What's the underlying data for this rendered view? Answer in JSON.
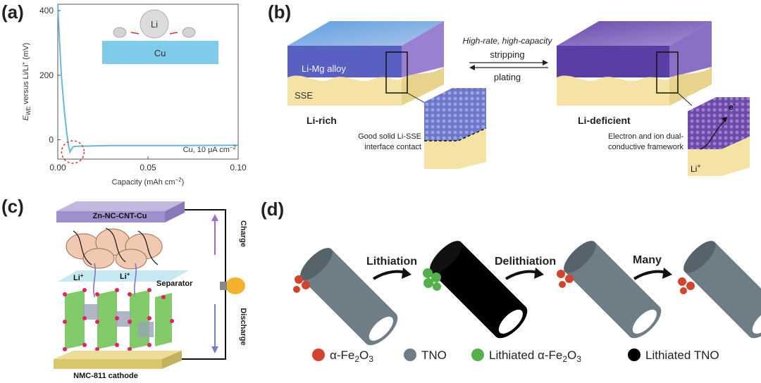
{
  "panel_a": {
    "label": "(a)",
    "chart_data": {
      "type": "line",
      "ylabel_parts": {
        "e": "E",
        "sub": "WE",
        "rest": " versus Li/Li",
        "sup": "+",
        "unit": " (mV)"
      },
      "xlabel_parts": {
        "base": "Capacity (mAh cm",
        "sup": "−2",
        "end": ")"
      },
      "x_ticks": [
        "0.00",
        "0.05",
        "0.10"
      ],
      "y_ticks": [
        "400",
        "200",
        "0"
      ],
      "xlim": [
        0,
        0.1
      ],
      "ylim": [
        -60,
        420
      ],
      "series": [
        {
          "x": [
            0.0,
            0.0005,
            0.001,
            0.0015,
            0.002,
            0.003,
            0.004,
            0.005,
            0.006,
            0.0068,
            0.0075,
            0.0085,
            0.01,
            0.03,
            0.06,
            0.1
          ],
          "y": [
            420,
            360,
            300,
            250,
            200,
            130,
            70,
            20,
            -20,
            -38,
            -30,
            -22,
            -20,
            -18,
            -18,
            -17
          ]
        }
      ],
      "annotation": {
        "base": "Cu, 10 μA cm",
        "sup": "−2"
      },
      "inset": {
        "sphere_label": "Li",
        "substrate_label": "Cu"
      },
      "line_color": "#6ab7dd",
      "marker_color": "#d9342b"
    }
  },
  "panel_b": {
    "label": "(b)",
    "arrow_caption": "High-rate, high-capacity",
    "stripping": "stripping",
    "plating": "plating",
    "alloy_label": "Li-Mg alloy",
    "sse_label": "SSE",
    "li_rich": "Li-rich",
    "li_deficient": "Li-deficient",
    "good_contact_line1": "Good solid Li-SSE",
    "good_contact_line2": "interface contact",
    "framework_line1": "Electron and ion dual-",
    "framework_line2": "conductive framework",
    "electron_base": "e",
    "electron_sup": "-",
    "li_ion_base": "Li",
    "li_ion_sup": "+"
  },
  "panel_c": {
    "label": "(c)",
    "anode_label": "Zn-NC-CNT-Cu",
    "cathode_label": "NMC-811 cathode",
    "separator_label": "Separator",
    "charge_label": "Charge",
    "discharge_label": "Discharge",
    "li_base": "Li",
    "li_sup": "+"
  },
  "panel_d": {
    "label": "(d)",
    "lithiation": "Lithiation",
    "delithiation": "Delithiation",
    "many": "Many",
    "legend_fe2o3_prefix": "α-Fe",
    "legend_fe2o3_sub1": "2",
    "legend_fe2o3_mid": "O",
    "legend_fe2o3_sub2": "3",
    "legend_tno": "TNO",
    "legend_lith_fe2o3_prefix": "Lithiated α-Fe",
    "legend_lith_tno": "Lithiated TNO",
    "colors": {
      "fe2o3": "#d2452c",
      "tno": "#6f7d86",
      "lithiated_fe2o3": "#53b04a",
      "lithiated_tno": "#000000"
    }
  }
}
